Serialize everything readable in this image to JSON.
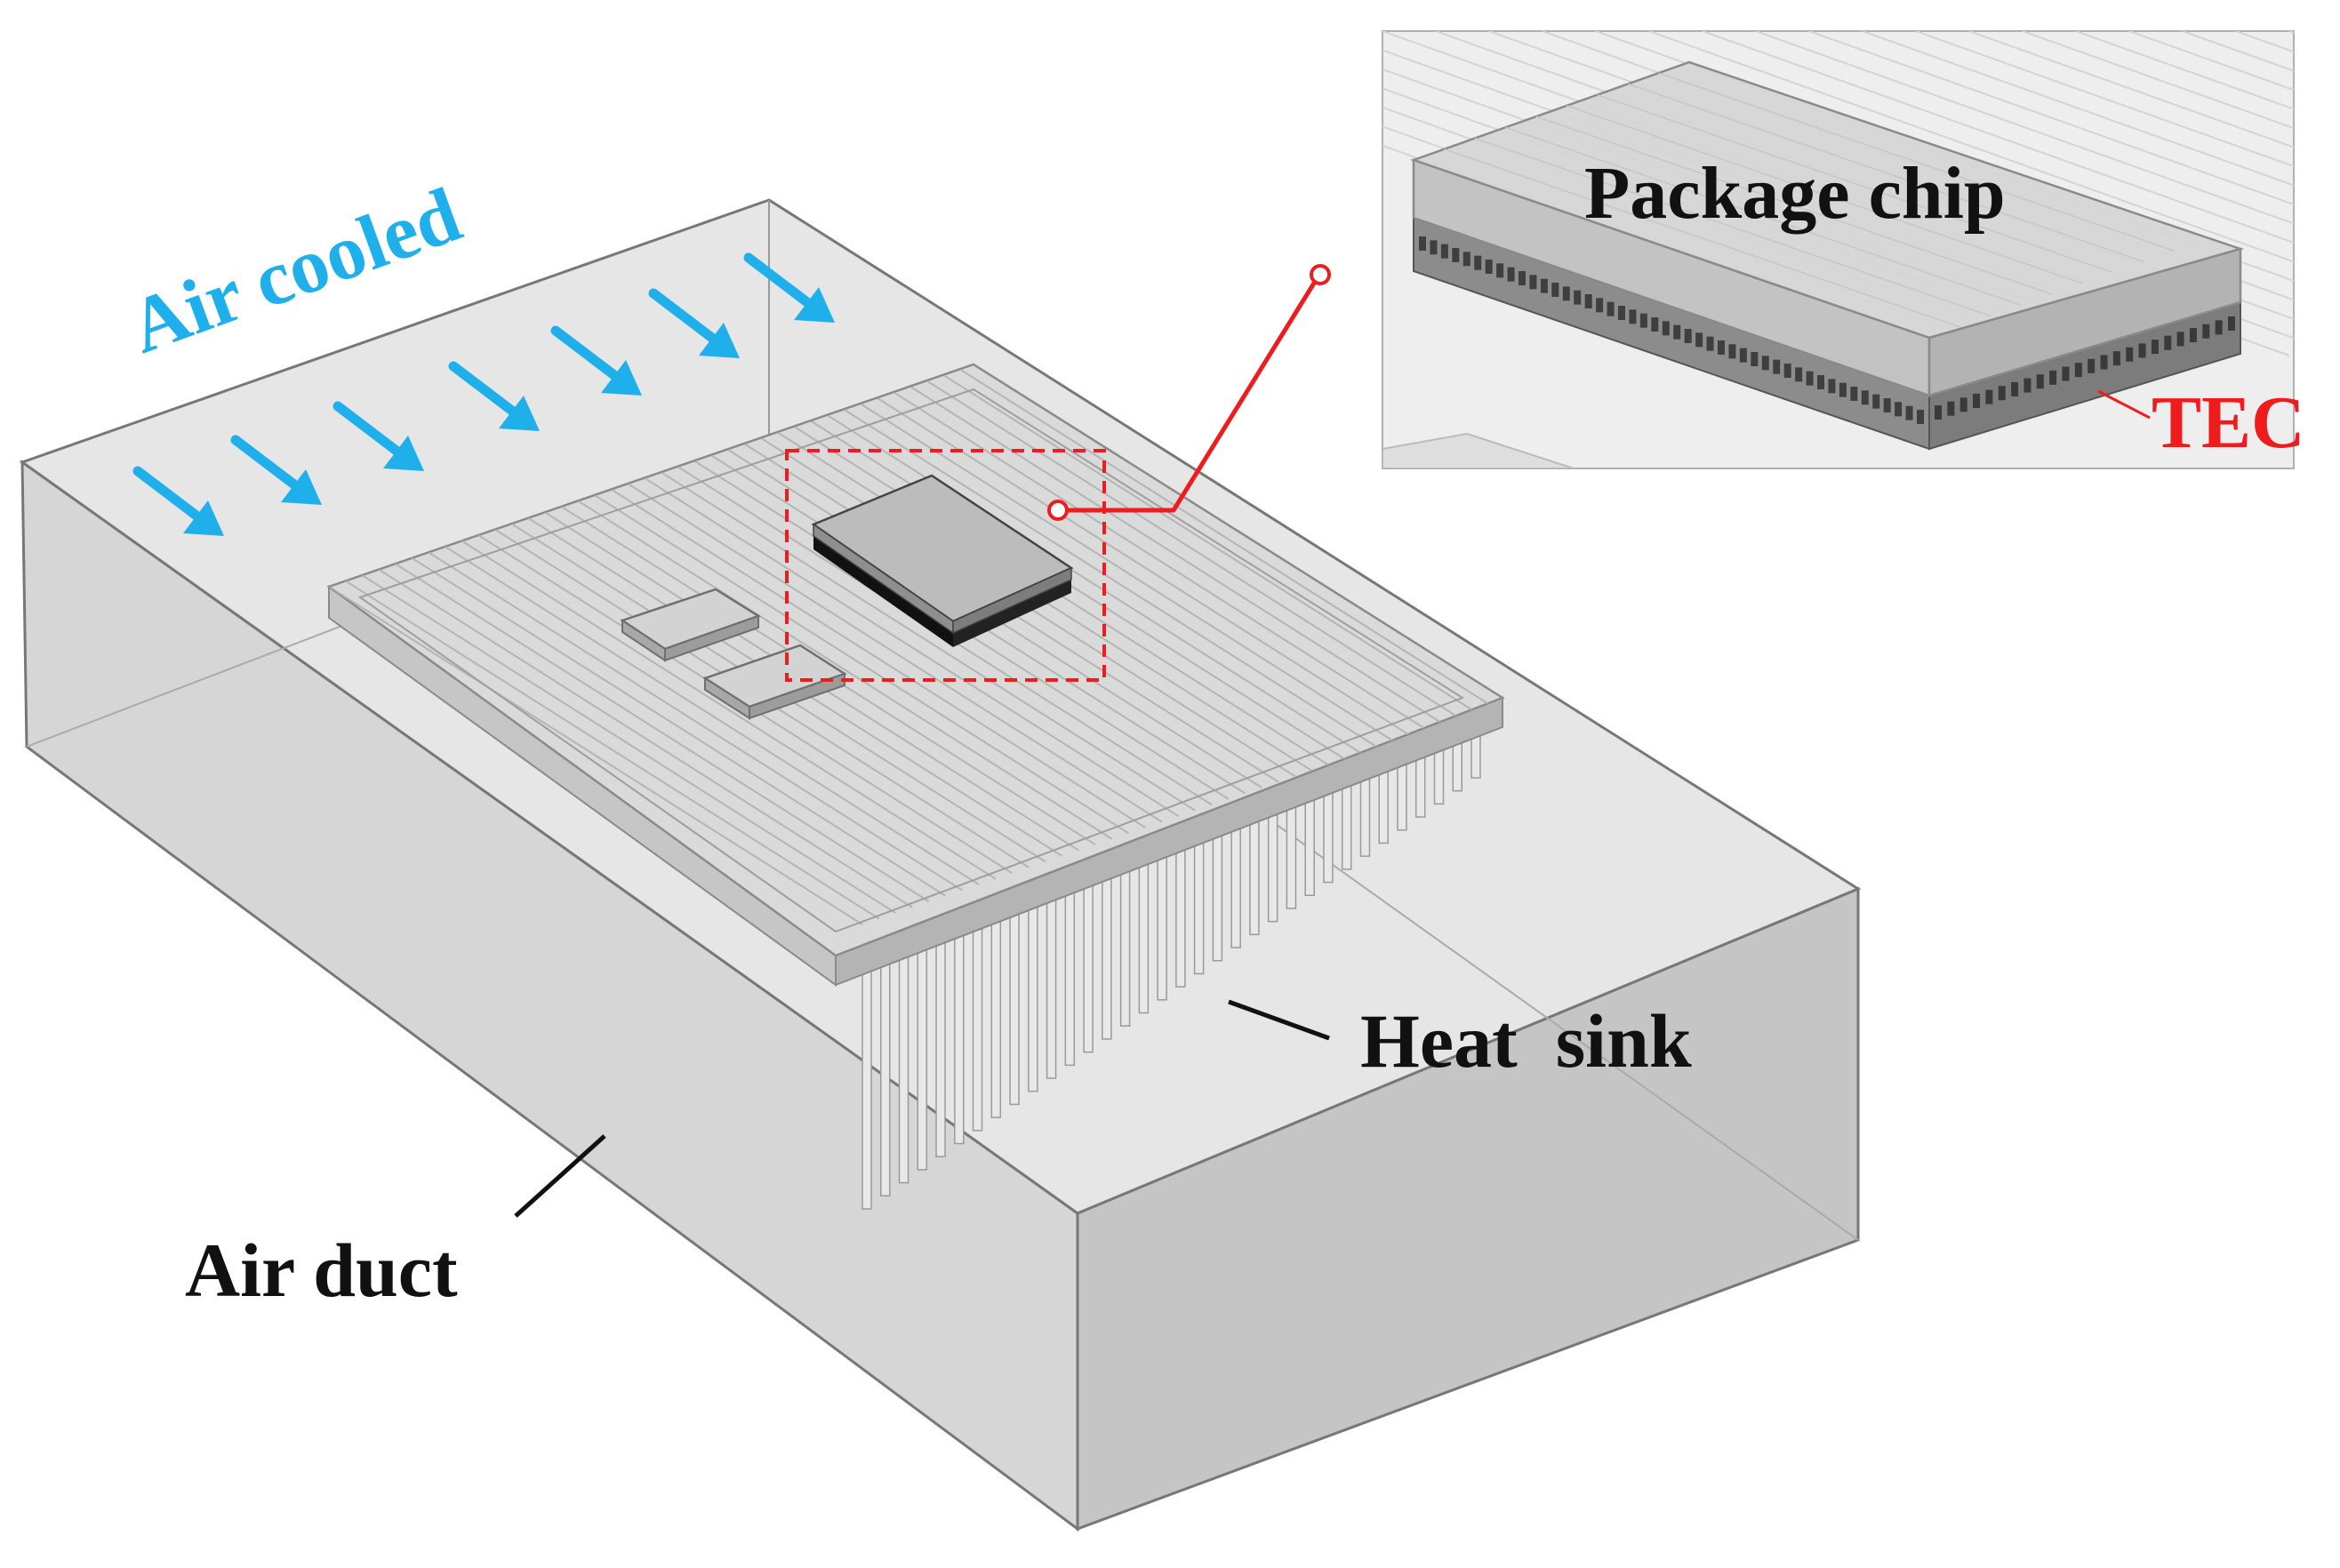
{
  "labels": {
    "air_cooled": "Air cooled",
    "package_chip": "Package chip",
    "tec": "TEC",
    "heat_sink": "Heat  sink",
    "air_duct": "Air duct"
  },
  "colors": {
    "airflow": "#1fb0ec",
    "callout": "#ee1c1c",
    "label": "#111111",
    "duct_edge": "#7a7a7a",
    "duct_top": "#e3e3e3",
    "duct_front": "#d4d4d4",
    "duct_right": "#c4c4c4",
    "plate": "#d9d9d9",
    "chip": "#b9b9b9"
  },
  "icons": {
    "airflow_arrows": "arrow-down-right-icon",
    "callout_ends": "circle-endpoint-icon"
  }
}
